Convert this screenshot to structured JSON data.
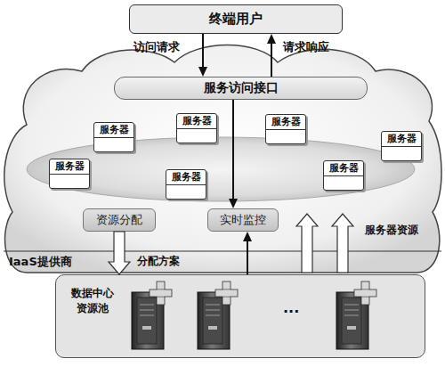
{
  "diagram": {
    "nodes": [
      {
        "text": [
          "终端用户"
        ]
      },
      {
        "text": [
          "服务访问接口"
        ]
      },
      {
        "text": [
          "服务器"
        ]
      },
      {
        "text": [
          "服务器"
        ]
      },
      {
        "text": [
          "服务器"
        ]
      },
      {
        "text": [
          "服务器"
        ]
      },
      {
        "text": [
          "服务器"
        ]
      },
      {
        "text": [
          "服务器"
        ]
      },
      {
        "text": [
          "服务器"
        ]
      },
      {
        "text": [
          "资源分配"
        ]
      },
      {
        "text": [
          "实时监控"
        ]
      },
      {
        "text": [
          "数据中心 资源池"
        ]
      }
    ],
    "edges": [
      {
        "from": 0,
        "to": 1,
        "label": "访问请求",
        "arrow": "to"
      },
      {
        "from": 1,
        "to": 0,
        "label": "请求响应",
        "arrow": "to"
      },
      {
        "from": 1,
        "to": 10,
        "arrow": "to"
      },
      {
        "from": 9,
        "to": 11,
        "label": "分配方案",
        "arrow": "to"
      },
      {
        "from": 11,
        "to": 10,
        "arrow": "to"
      }
    ],
    "labels": [
      "IaaS提供商",
      "服务器资源",
      "···"
    ]
  }
}
